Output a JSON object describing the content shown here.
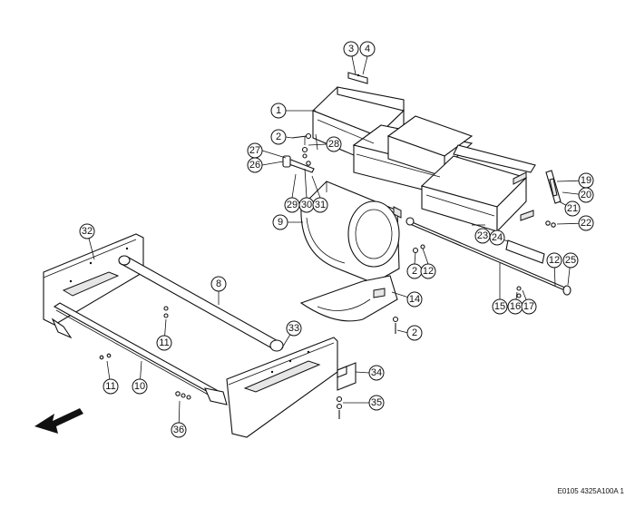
{
  "document_code": "E0105 4325A100A 1",
  "callouts": [
    "1",
    "2",
    "2",
    "2",
    "3",
    "4",
    "8",
    "9",
    "10",
    "11",
    "11",
    "12",
    "12",
    "14",
    "15",
    "16",
    "17",
    "19",
    "20",
    "21",
    "22",
    "23",
    "24",
    "25",
    "26",
    "27",
    "28",
    "29",
    "30",
    "31",
    "32",
    "33",
    "34",
    "35",
    "36"
  ]
}
